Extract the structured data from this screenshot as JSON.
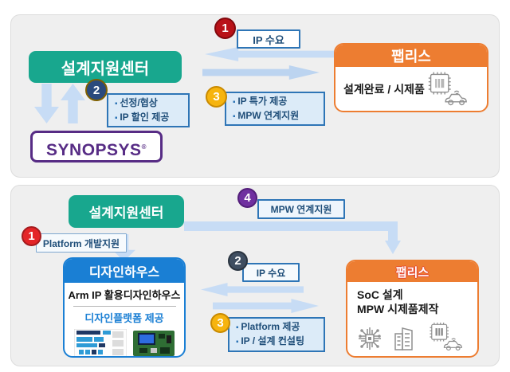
{
  "colors": {
    "teal": "#18a78e",
    "orange": "#ed7d31",
    "designhouse_blue": "#1a7fd4",
    "arrow_blue": "#c7dcf5",
    "bullet_box_bg": "#dcebf8",
    "box_border_blue": "#2e75b6",
    "label_text_blue": "#1f4e79",
    "badge_red": "#c00000",
    "badge_red_bright": "#e42528",
    "badge_navy": "#2b4a7d",
    "badge_slate": "#3f4e61",
    "badge_yellow": "#f6b40e",
    "badge_purple": "#7030a0",
    "synopsys_purple": "#572c85"
  },
  "top": {
    "design_center": "설계지원센터",
    "badge_1": "1",
    "ip_demand_label": "IP 수요",
    "badge_2": "2",
    "selection_items": [
      "선정/협상",
      "IP 할인 제공"
    ],
    "badge_3": "3",
    "special_items": [
      "IP 특가 제공",
      "MPW 연계지원"
    ],
    "synopsys_logo": "SYNOPSYS",
    "synopsys_reg": "®",
    "fabless_title": "팹리스",
    "fabless_body": "설계완료 / 시제품"
  },
  "bottom": {
    "design_center": "설계지원센터",
    "badge_4": "4",
    "mpw_label": "MPW 연계지원",
    "badge_1": "1",
    "platform_dev_label": "Platform 개발지원",
    "designhouse_title": "디자인하우스",
    "designhouse_subtitle": "Arm IP 활용디자인하우스",
    "designhouse_platform": "디자인플랫폼 제공",
    "badge_2": "2",
    "ip_demand_label": "IP 수요",
    "badge_3": "3",
    "provide_items": [
      "Platform 제공",
      "IP / 설계 컨설팅"
    ],
    "fabless_title": "팹리스",
    "fabless_lines": [
      "SoC 설계",
      "MPW 시제품제작"
    ]
  }
}
